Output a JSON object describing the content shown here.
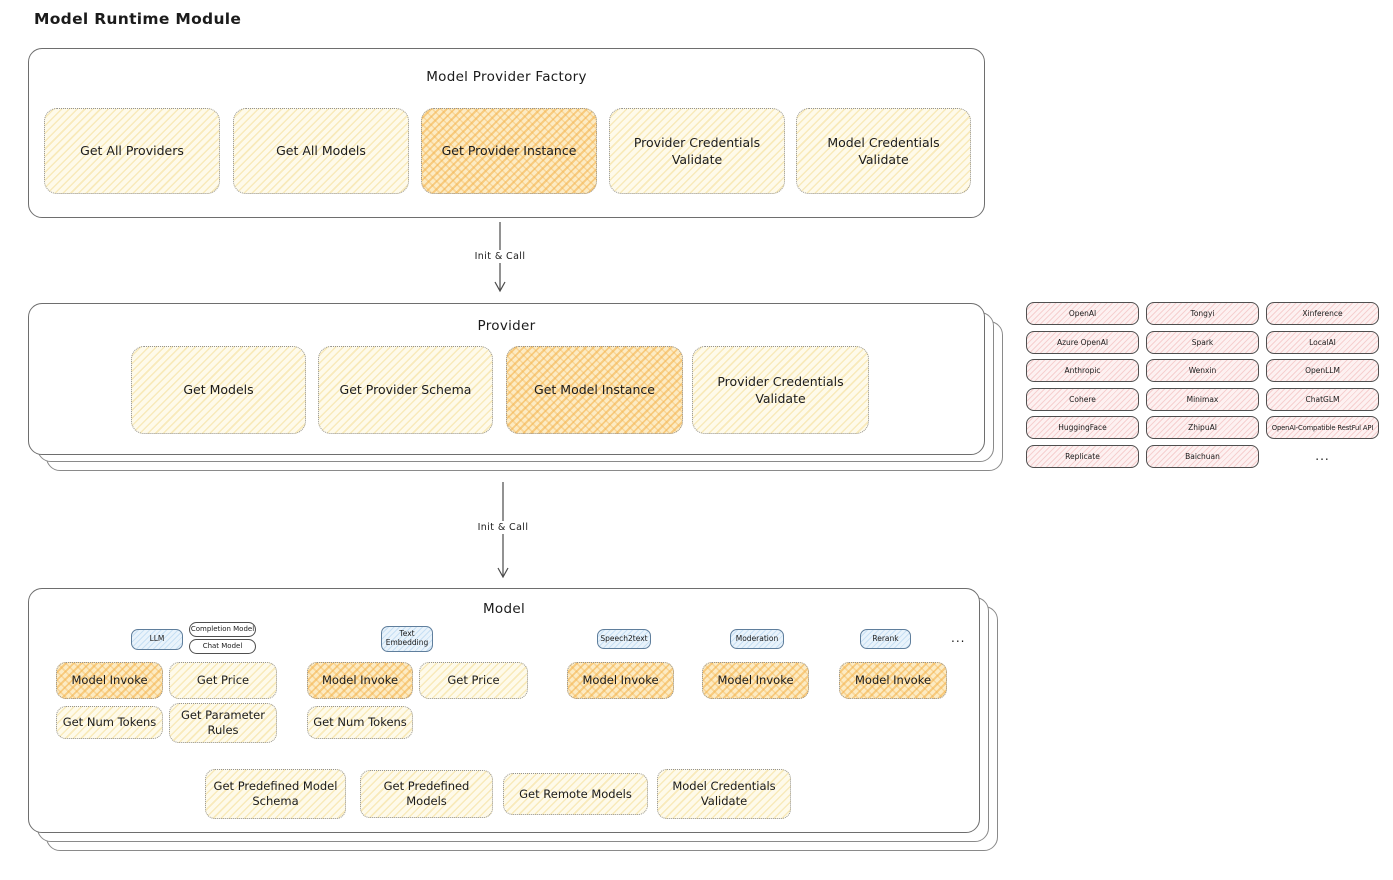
{
  "page_title": "Model Runtime Module",
  "factory": {
    "title": "Model Provider Factory",
    "buttons": [
      {
        "label": "Get All Providers",
        "highlight": false
      },
      {
        "label": "Get All Models",
        "highlight": false
      },
      {
        "label": "Get Provider Instance",
        "highlight": true
      },
      {
        "label": "Provider Credentials Validate",
        "highlight": false
      },
      {
        "label": "Model Credentials Validate",
        "highlight": false
      }
    ]
  },
  "arrows": [
    {
      "label": "Init & Call"
    },
    {
      "label": "Init & Call"
    }
  ],
  "provider": {
    "title": "Provider",
    "buttons": [
      {
        "label": "Get Models",
        "highlight": false
      },
      {
        "label": "Get Provider Schema",
        "highlight": false
      },
      {
        "label": "Get Model Instance",
        "highlight": true
      },
      {
        "label": "Provider Credentials Validate",
        "highlight": false
      }
    ]
  },
  "providers_grid": {
    "items": [
      "OpenAI",
      "Tongyi",
      "Xinference",
      "Azure OpenAI",
      "Spark",
      "LocalAI",
      "Anthropic",
      "Wenxin",
      "OpenLLM",
      "Cohere",
      "Minimax",
      "ChatGLM",
      "HuggingFace",
      "ZhipuAI",
      "OpenAI-Compatible RestFul API",
      "Replicate",
      "Baichuan"
    ],
    "more": "..."
  },
  "model": {
    "title": "Model",
    "types": {
      "llm": "LLM",
      "completion_model": "Completion Model",
      "chat_model": "Chat Model",
      "text_embedding": "Text Embedding",
      "speech2text": "Speech2text",
      "moderation": "Moderation",
      "rerank": "Rerank",
      "more": "..."
    },
    "buttons": {
      "model_invoke": "Model Invoke",
      "get_price": "Get Price",
      "get_num_tokens": "Get Num Tokens",
      "get_parameter_rules": "Get Parameter Rules",
      "get_predefined_model_schema": "Get Predefined Model Schema",
      "get_predefined_models": "Get Predefined Models",
      "get_remote_models": "Get Remote Models",
      "model_credentials_validate": "Model Credentials Validate"
    }
  },
  "colors": {
    "node_light_fill": "#fdf6dd",
    "node_highlight_fill": "#f9d58a",
    "provider_chip_fill": "#fbe4e4",
    "type_tag_fill": "#d9ebf8",
    "panel_border": "#6e6e6e"
  }
}
